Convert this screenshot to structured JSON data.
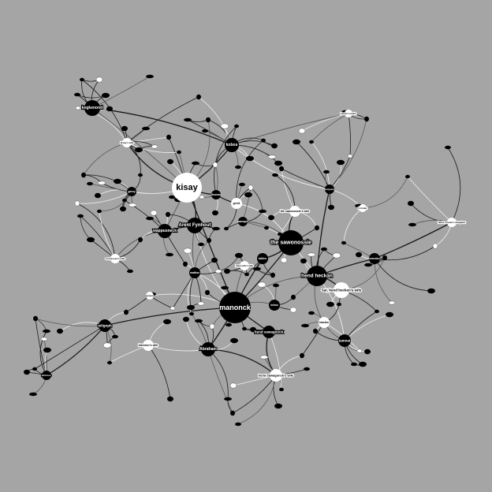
{
  "colors": {
    "background": "#a5a5a5",
    "black_node": "#000000",
    "white_node": "#ffffff",
    "dark_edge": "#1a1a1a",
    "light_edge": "#eeeeee",
    "mid_edge": "#5a5a5a"
  },
  "graph": {
    "nodes": [
      {
        "id": "manonck",
        "label": "manonck",
        "fill": "black"
      },
      {
        "id": "kisay",
        "label": "kisay",
        "fill": "white"
      },
      {
        "id": "sawonossie",
        "label": "the sawonossie",
        "fill": "black"
      },
      {
        "id": "hendheckan",
        "label": "hend heckan",
        "fill": "black"
      },
      {
        "id": "hhwife",
        "label": "Sar, hend hecken's wife",
        "fill": "white"
      },
      {
        "id": "arentfynhout",
        "label": "Arent Fynhout",
        "fill": "black"
      },
      {
        "id": "wappusneck",
        "label": "wappusneck",
        "fill": "black"
      },
      {
        "id": "kegkenond",
        "label": "kegkenond",
        "fill": "black"
      },
      {
        "id": "kobos",
        "label": "kobos",
        "fill": "black"
      },
      {
        "id": "abraham",
        "label": "Abraham",
        "fill": "black"
      },
      {
        "id": "teligoph",
        "label": "teligoph",
        "fill": "black"
      },
      {
        "id": "tamnat",
        "label": "tamnat",
        "fill": "black"
      },
      {
        "id": "hendsawagonck",
        "label": "hend sawagonck",
        "fill": "black"
      },
      {
        "id": "hswife",
        "label": "hend sawagonck's wife",
        "fill": "white"
      },
      {
        "id": "bwife",
        "label": "bleecker's wife",
        "fill": "white"
      },
      {
        "id": "gerrit",
        "label": "gerrit",
        "fill": "white"
      },
      {
        "id": "swife",
        "label": "the sawonossie's wife",
        "fill": "white"
      },
      {
        "id": "mattiax",
        "label": "mattiax",
        "fill": "black"
      },
      {
        "id": "kritos",
        "label": "kritos",
        "fill": "black"
      },
      {
        "id": "kiasiko",
        "label": "kiasiko",
        "fill": "white"
      },
      {
        "id": "tallies",
        "label": "tallies",
        "fill": "black"
      },
      {
        "id": "gerey",
        "label": "gerey",
        "fill": "black"
      },
      {
        "id": "thomas",
        "label": "thomas",
        "fill": "black"
      },
      {
        "id": "wanape",
        "label": "wanape",
        "fill": "black"
      },
      {
        "id": "mwife",
        "label": "manonck's wife",
        "fill": "white"
      },
      {
        "id": "cwife",
        "label": "connessen's wife",
        "fill": "white"
      },
      {
        "id": "kwife",
        "label": "kisay's wife",
        "fill": "white"
      },
      {
        "id": "sgrace",
        "label": "graece",
        "fill": "white"
      },
      {
        "id": "ltinder",
        "label": "lt tinder",
        "fill": "white"
      },
      {
        "id": "hdcousin",
        "label": "hend. cousin's daughter",
        "fill": "white"
      },
      {
        "id": "wapp",
        "label": "wappetu",
        "fill": "black"
      },
      {
        "id": "meneko",
        "label": "meneko",
        "fill": "black"
      },
      {
        "id": "jacobsnewin",
        "label": "jacob's newin",
        "fill": "white"
      },
      {
        "id": "kinkisoo",
        "label": "kinkisoo",
        "fill": "black"
      }
    ]
  }
}
